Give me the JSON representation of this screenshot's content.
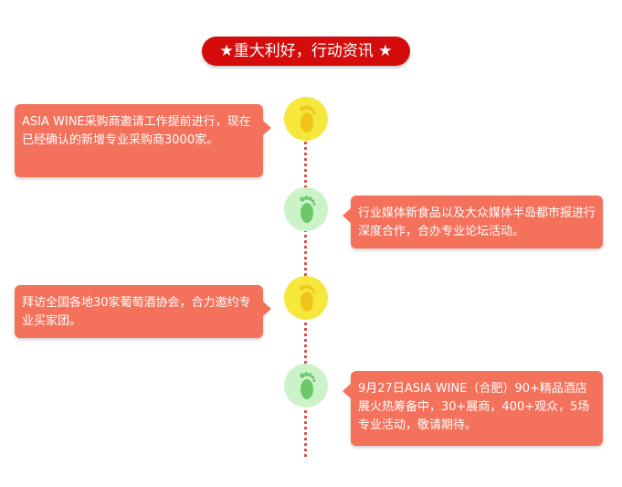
{
  "header": {
    "title": "★重大利好，行动资讯 ★"
  },
  "colors": {
    "title_bg": "#d40c0c",
    "card_bg": "#f4715b",
    "node_yellow": "#f6e73c",
    "node_green": "#ccf3c8",
    "foot_yellow": "#f0c419",
    "foot_green": "#6cc86a",
    "timeline": "#d9534f"
  },
  "timeline": {
    "items": [
      {
        "text": "ASIA WINE采购商邀请工作提前进行，现在已经确认的新增专业采购商3000家。",
        "side": "left",
        "icon": "footprint-icon",
        "color": "yellow"
      },
      {
        "text": "行业媒体新食品以及大众媒体半岛都市报进行深度合作，合办专业论坛活动。",
        "side": "right",
        "icon": "footprint-icon",
        "color": "green"
      },
      {
        "text": "拜访全国各地30家葡萄酒协会，合力邀约专业买家团。",
        "side": "left",
        "icon": "footprint-icon",
        "color": "yellow"
      },
      {
        "text": "9月27日ASIA WINE（合肥）90+精品酒店展火热筹备中，30+展商，400+观众，5场专业活动，敬请期待。",
        "side": "right",
        "icon": "footprint-icon",
        "color": "green"
      }
    ]
  }
}
